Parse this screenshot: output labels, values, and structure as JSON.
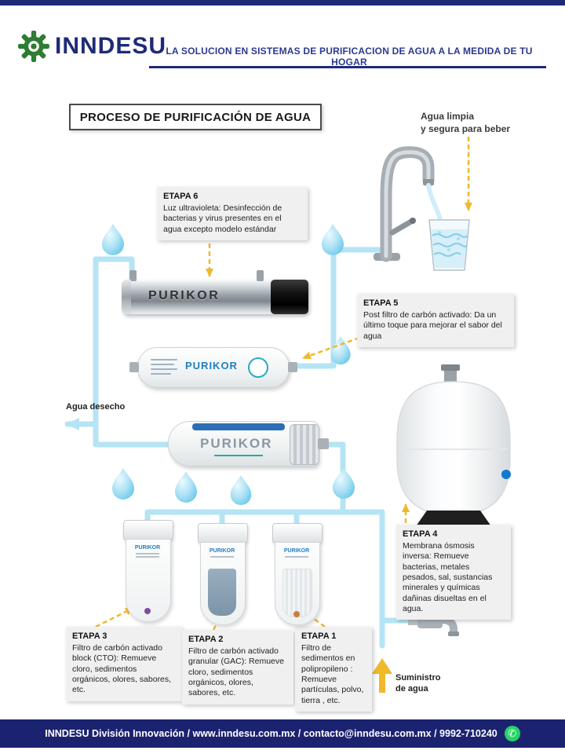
{
  "header": {
    "brand": "INNDESU",
    "tagline": "LA SOLUCION EN SISTEMAS DE PURIFICACION DE AGUA A LA MEDIDA DE TU HOGAR"
  },
  "diagram": {
    "title": "PROCESO DE PURIFICACIÓN DE AGUA",
    "purikor": "PURIKOR",
    "labels": {
      "clean_water_1": "Agua limpia",
      "clean_water_2": "y segura para beber",
      "waste": "Agua desecho",
      "supply_1": "Suministro",
      "supply_2": "de agua"
    },
    "stages": {
      "s6": {
        "label": "ETAPA 6",
        "text": "Luz ultravioleta: Desinfección de bacterias y virus presentes en el agua  excepto modelo estándar"
      },
      "s5": {
        "label": "ETAPA 5",
        "text": "Post filtro de carbón activado: Da un último toque para mejorar el sabor del agua"
      },
      "s4": {
        "label": "ETAPA 4",
        "text": "Membrana ósmosis inversa: Remueve bacterias, metales pesados, sal, sustancias minerales y químicas dañinas disueltas en el agua."
      },
      "s3": {
        "label": "ETAPA 3",
        "text": "Filtro de carbón activado block (CTO): Remueve cloro, sedimentos orgánicos, olores, sabores, etc."
      },
      "s2": {
        "label": "ETAPA 2",
        "text": "Filtro de carbón activado granular (GAC): Remueve cloro, sedimentos orgánicos, olores, sabores, etc."
      },
      "s1": {
        "label": "ETAPA 1",
        "text": "Filtro de sedimentos en polipropileno : Remueve partículas, polvo, tierra , etc."
      }
    }
  },
  "footer": {
    "text": "INNDESU División Innovación / www.inndesu.com.mx / contacto@inndesu.com.mx / 9992-710240"
  },
  "icons": {
    "whatsapp_glyph": "✆"
  },
  "colors": {
    "navy": "#1e2b77",
    "blue_text": "#2b3990",
    "pipe": "#b5e4f4",
    "yellow": "#efb92a",
    "logo_green": "#2e7d32",
    "whatsapp_green": "#25d366",
    "purikor_blue": "#1f7fc0"
  }
}
